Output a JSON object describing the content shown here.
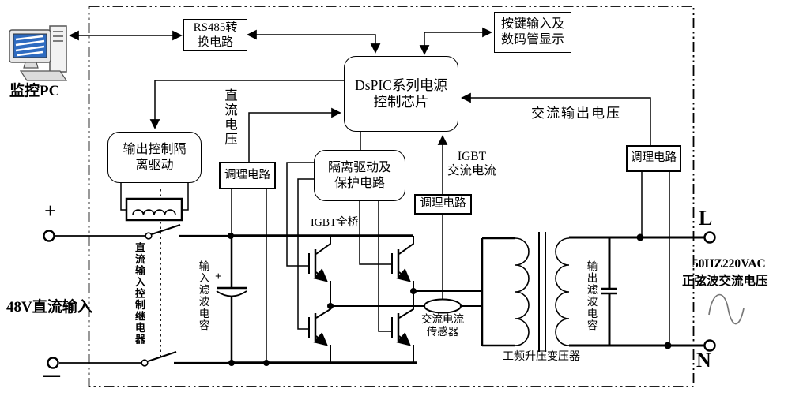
{
  "diagram": {
    "pc": {
      "label": "监控PC",
      "icon": "desktop-computer-icon"
    },
    "blocks": {
      "rs485": {
        "line1": "RS485转",
        "line2": "换电路"
      },
      "keypad": {
        "line1": "按键输入及",
        "line2": "数码管显示"
      },
      "dspic": {
        "line1": "DsPIC系列电源",
        "line2": "控制芯片"
      },
      "output_ctrl": {
        "line1": "输出控制隔",
        "line2": "离驱动"
      },
      "iso_drive": {
        "line1": "隔离驱动及",
        "line2": "保护电路"
      },
      "cond1": {
        "label": "调理电路"
      },
      "cond2": {
        "label": "调理电路"
      },
      "cond3": {
        "label": "调理电路"
      }
    },
    "labels": {
      "dc_voltage": "直流电压",
      "ac_out_voltage": "交流输出电压",
      "igbt_current_line1": "IGBT",
      "igbt_current_line2": "交流电流",
      "igbt_bridge": "IGBT全桥",
      "relay_vertical": "直流输入控制继电器",
      "input_cap_vertical": "输入滤波电容",
      "output_cap_vertical": "输出滤波电容",
      "sensor_line1": "交流电流",
      "sensor_line2": "传感器",
      "transformer": "工频升压变压器",
      "dc_input": "48V直流输入",
      "plus": "+",
      "minus": "—",
      "cap_plus": "+",
      "terminal_l": "L",
      "terminal_n": "N",
      "ac_spec_line1": "50HZ220VAC",
      "ac_spec_line2": "正弦波交流电压"
    },
    "colors": {
      "line": "#000000",
      "screen_blue": "#2e6bc0",
      "sine_wave": "#777777"
    }
  }
}
